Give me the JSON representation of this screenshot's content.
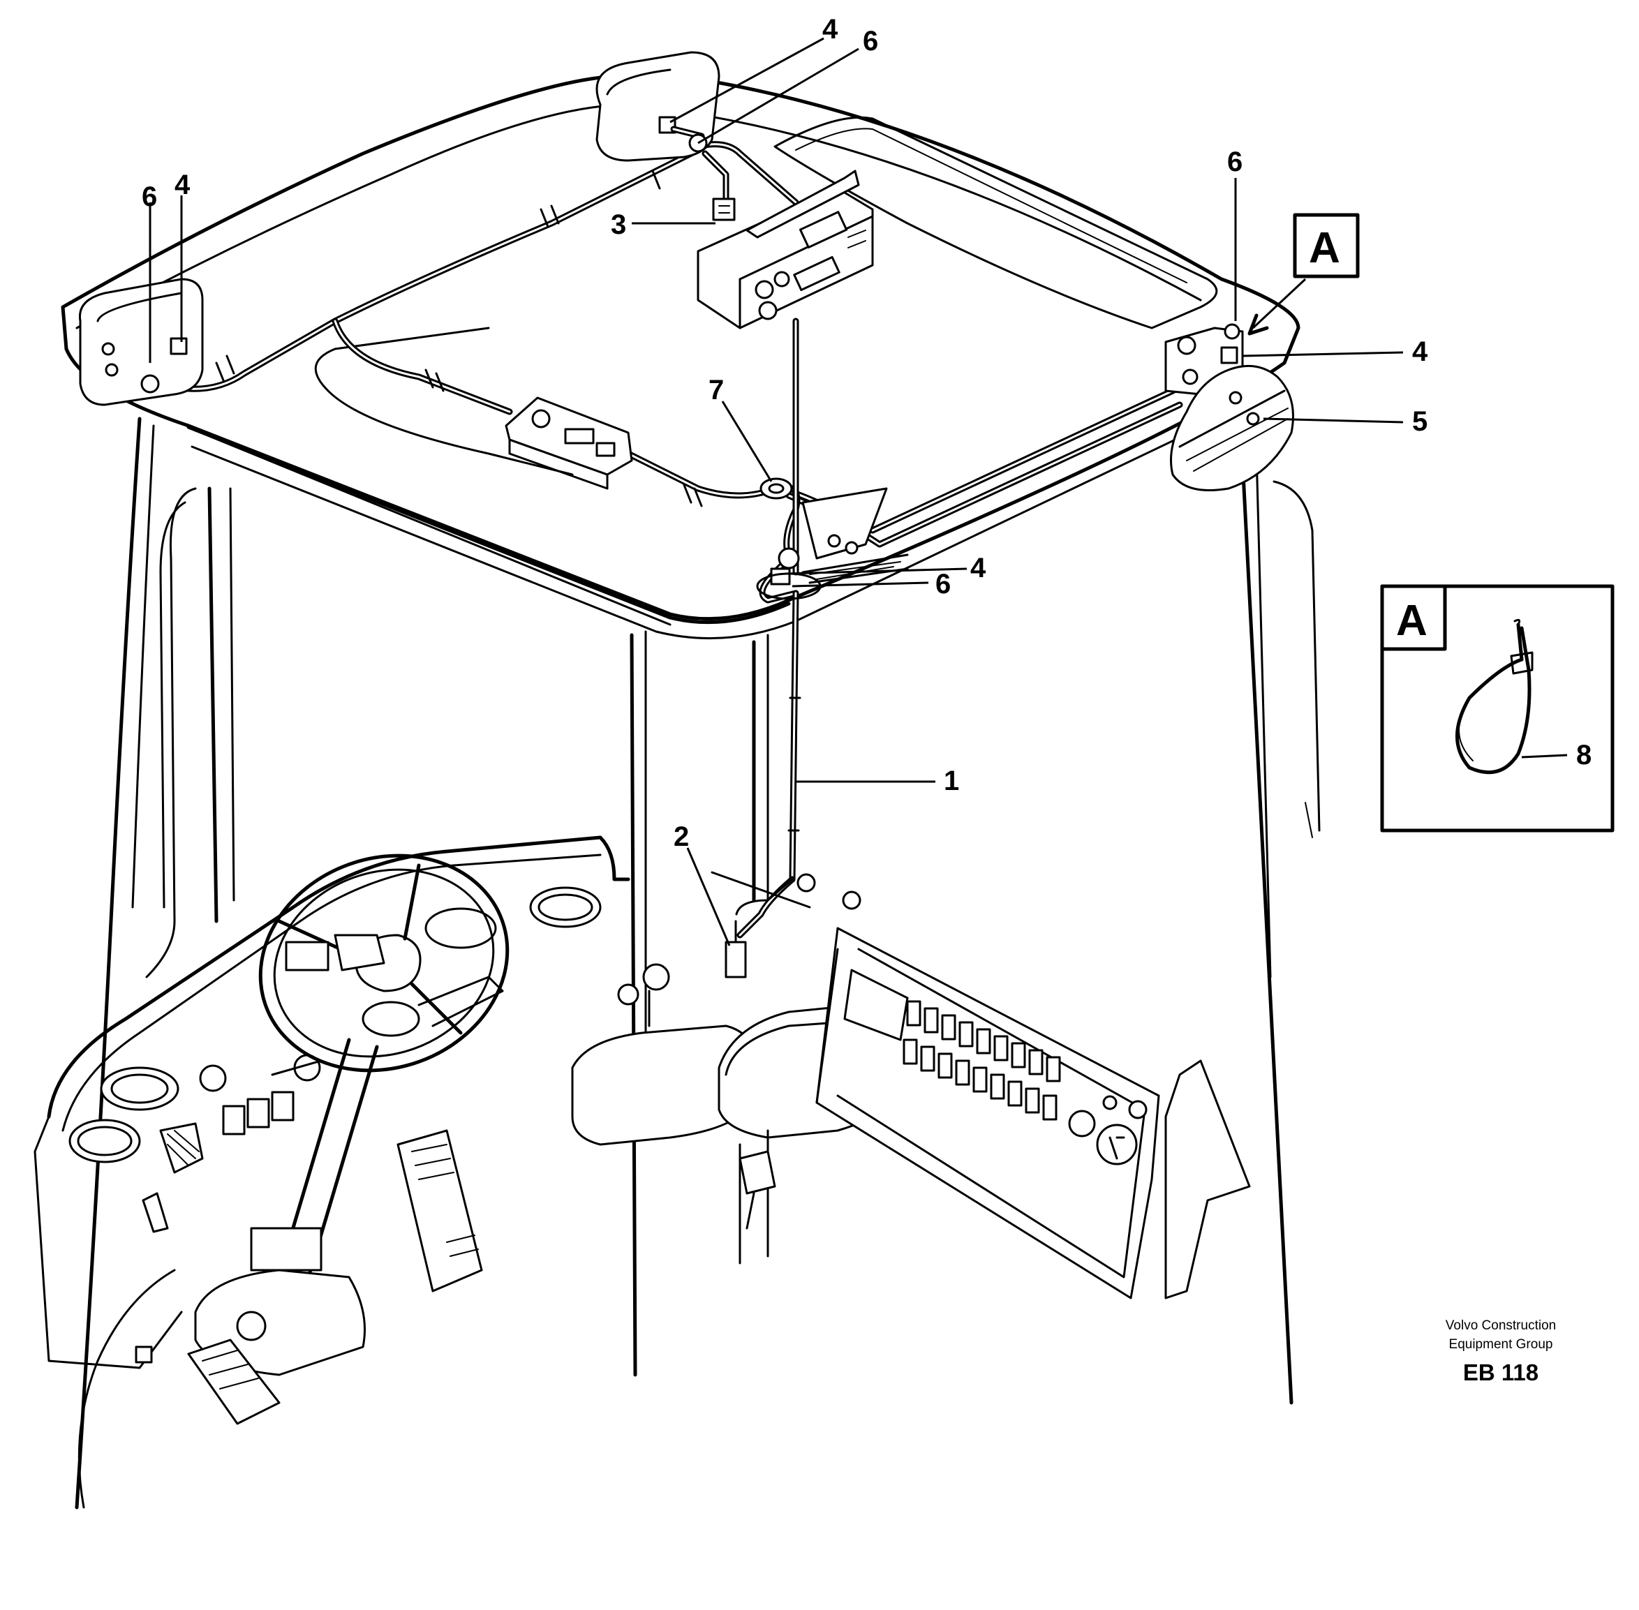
{
  "callouts": {
    "c1": "1",
    "c2": "2",
    "c3": "3",
    "c4": "4",
    "c5": "5",
    "c6": "6",
    "c7": "7",
    "c8": "8"
  },
  "detail": {
    "label": "A"
  },
  "footer": {
    "company_line1": "Volvo Construction",
    "company_line2": "Equipment Group",
    "code": "EB 118"
  }
}
